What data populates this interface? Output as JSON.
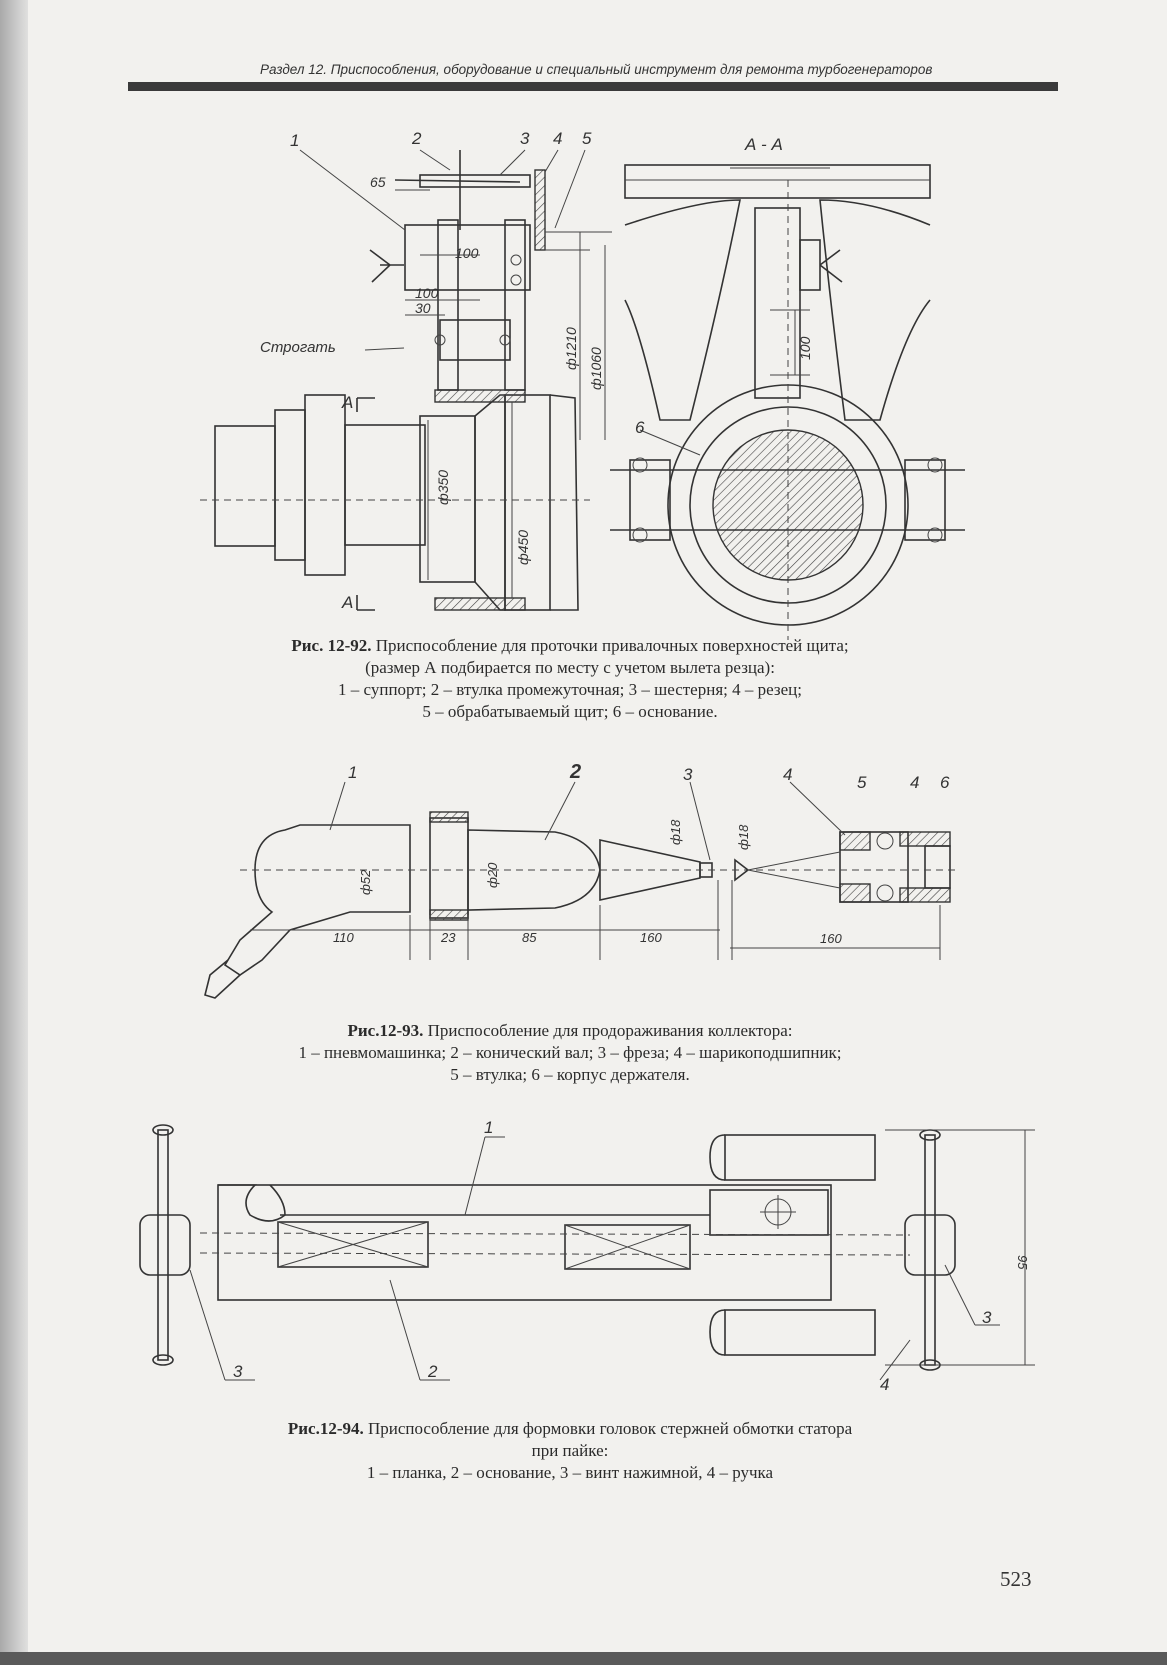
{
  "header": "Раздел 12. Приспособления, оборудование и специальный инструмент для ремонта турбогенераторов",
  "fig92": {
    "labels": {
      "n1": "1",
      "n2": "2",
      "n3": "3",
      "n4": "4",
      "n5": "5",
      "n6": "6",
      "a_marker": "А",
      "section": "А - А"
    },
    "dims": {
      "d65": "65",
      "d100a": "100",
      "d100b": "100",
      "d30": "30",
      "d1210": "ф1210",
      "d1060": "ф1060",
      "d350": "ф350",
      "d450": "ф450",
      "d100c": "100"
    },
    "strogat": "Строгать",
    "caption_title": "Рис. 12-92.",
    "caption_line1": " Приспособление для проточки привалочных поверхностей щита;",
    "caption_line2": "(размер А подбирается по месту с учетом вылета резца):",
    "caption_line3": "1 – суппорт; 2 – втулка промежуточная; 3 – шестерня; 4 – резец;",
    "caption_line4": "5 – обрабатываемый щит; 6 – основание."
  },
  "fig93": {
    "labels": {
      "n1": "1",
      "n2": "2",
      "n3": "3",
      "n4a": "4",
      "n5": "5",
      "n4b": "4",
      "n6": "6"
    },
    "dims": {
      "d52": "ф52",
      "d20": "ф20",
      "d18a": "ф18",
      "d18b": "ф18",
      "l110": "110",
      "l23": "23",
      "l85": "85",
      "l160a": "160",
      "l160b": "160"
    },
    "caption_title": "Рис.12-93.",
    "caption_line1": " Приспособление для продораживания коллектора:",
    "caption_line2": "1 – пневмомашинка; 2 – конический вал; 3 – фреза; 4 – шарикоподшипник;",
    "caption_line3": "5 – втулка; 6 – корпус держателя."
  },
  "fig94": {
    "labels": {
      "n1": "1",
      "n2": "2",
      "n3a": "3",
      "n3b": "3",
      "n4": "4"
    },
    "dims": {
      "d95": "95"
    },
    "caption_title": "Рис.12-94.",
    "caption_line1": " Приспособление для формовки головок стержней обмотки статора",
    "caption_line2": "при пайке:",
    "caption_line3": "1 – планка, 2 – основание, 3 – винт нажимной, 4 – ручка"
  },
  "page_number": "523"
}
